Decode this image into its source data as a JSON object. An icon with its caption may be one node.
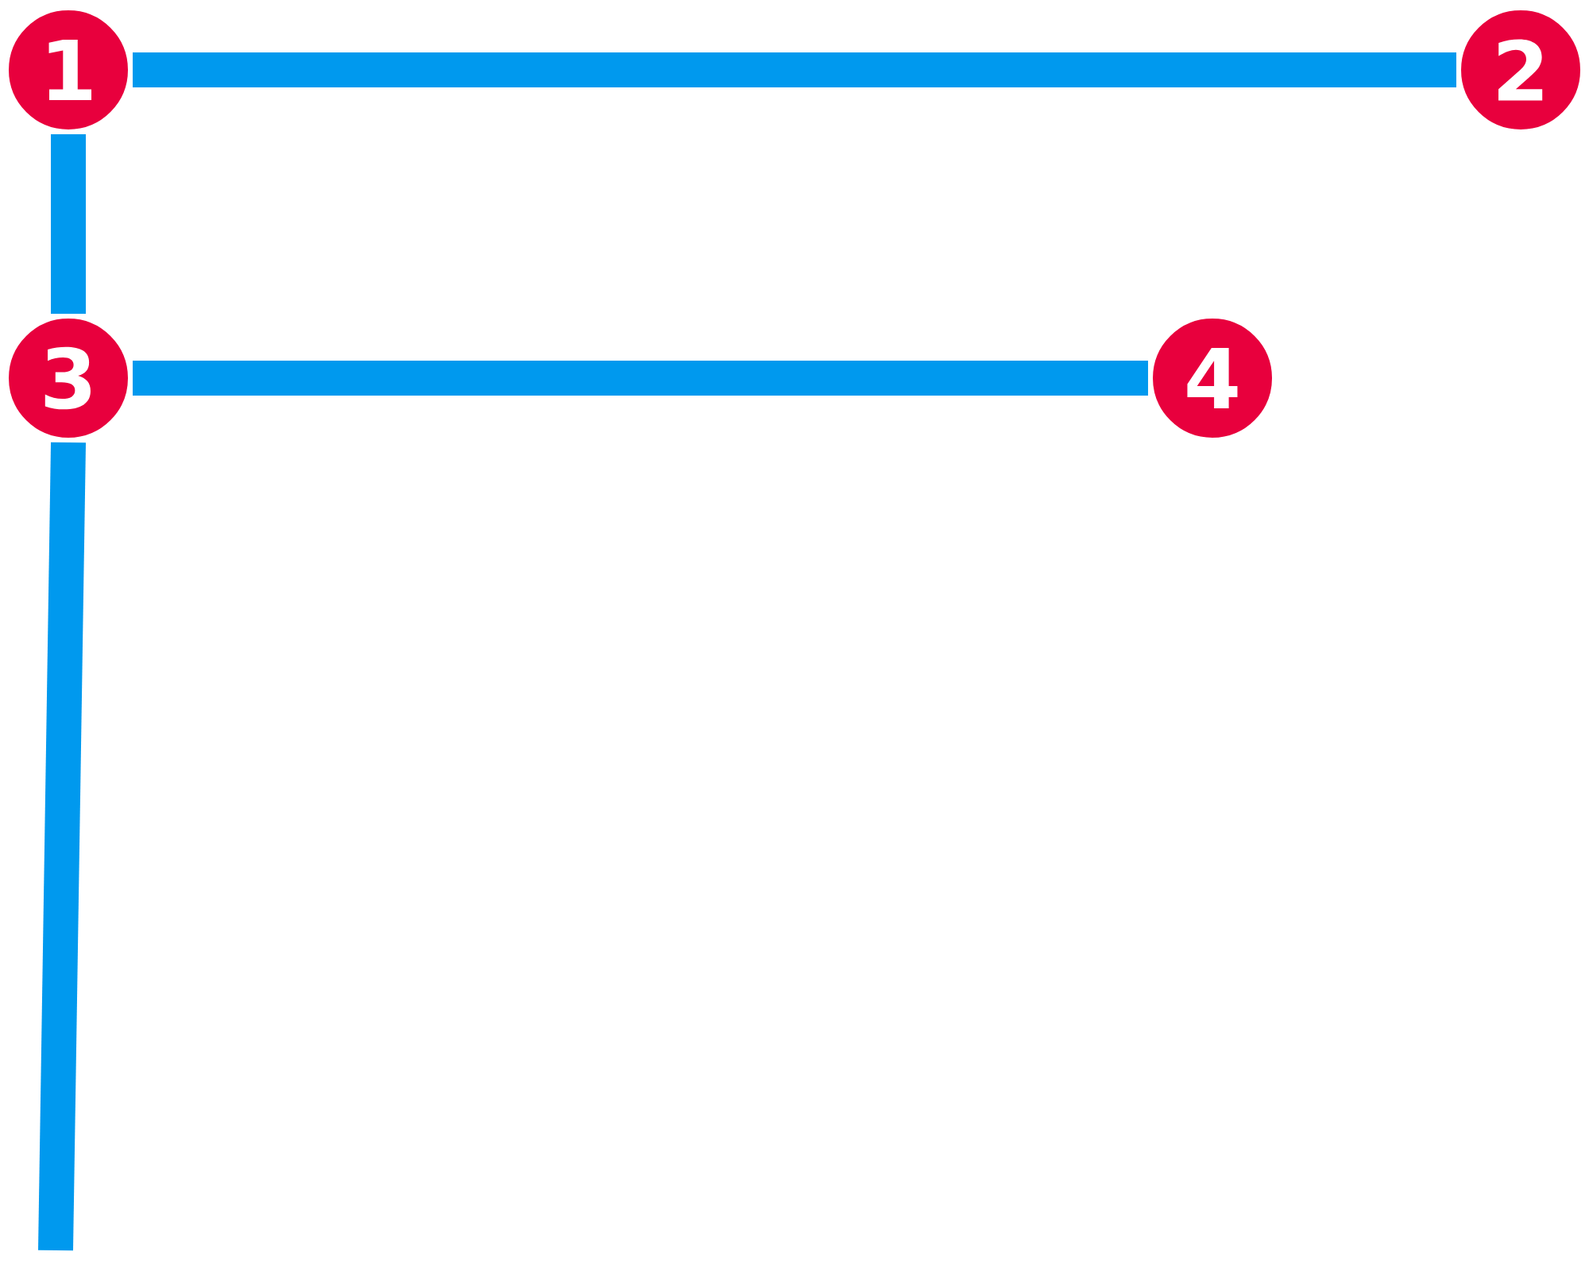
{
  "diagram": {
    "nodes": [
      {
        "text": [
          "1"
        ]
      },
      {
        "text": [
          "2"
        ]
      },
      {
        "text": [
          "3"
        ]
      },
      {
        "text": [
          "4"
        ]
      }
    ],
    "edges": [
      {
        "from": 0,
        "to": 1,
        "arrow": "none"
      },
      {
        "from": 0,
        "to": 2,
        "arrow": "none"
      },
      {
        "from": 2,
        "to": 3,
        "arrow": "none"
      },
      {
        "from": 2,
        "to": null,
        "arrow": "none"
      }
    ]
  }
}
